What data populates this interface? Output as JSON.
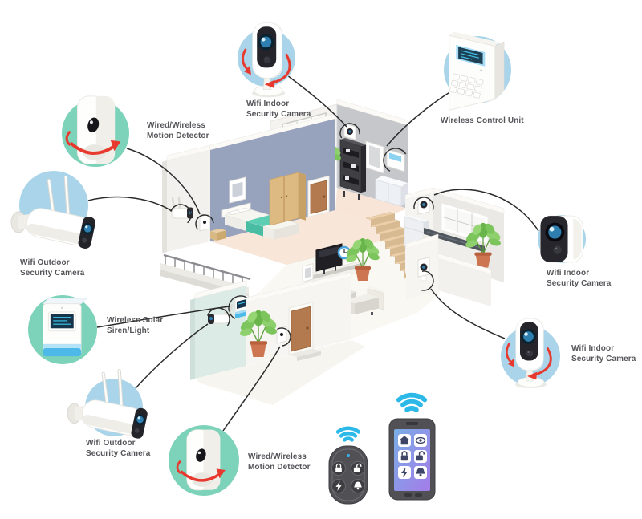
{
  "diagram": {
    "type": "smart-home-security-system",
    "scene": "isometric-house-cutaway"
  },
  "devices": [
    {
      "id": "motion-detector-top-left",
      "label": "Wired/Wireless Motion Detector",
      "icon": "motion-detector-icon",
      "circle_color": "#7dd2ba"
    },
    {
      "id": "indoor-camera-top",
      "label": "Wifi Indoor Security Camera",
      "icon": "indoor-camera-stand-icon",
      "circle_color": "#a9d4e9"
    },
    {
      "id": "control-unit",
      "label": "Wireless Control Unit",
      "icon": "control-unit-icon",
      "circle_color": "#a9d4e9"
    },
    {
      "id": "outdoor-camera-left",
      "label": "Wifi Outdoor Security Camera",
      "icon": "outdoor-camera-icon",
      "circle_color": "#a9d4e9"
    },
    {
      "id": "solar-siren",
      "label": "Wireless Solar Siren/Light",
      "icon": "solar-siren-icon",
      "circle_color": "#7dd2ba"
    },
    {
      "id": "outdoor-camera-bottom-left",
      "label": "Wifi Outdoor Security Camera",
      "icon": "outdoor-camera-icon",
      "circle_color": "#a9d4e9"
    },
    {
      "id": "motion-detector-bottom",
      "label": "Wired/Wireless Motion Detector",
      "icon": "motion-detector-icon",
      "circle_color": "#7dd2ba"
    },
    {
      "id": "indoor-camera-right",
      "label": "Wifi Indoor Security Camera",
      "icon": "indoor-camera-cube-icon",
      "circle_color": "#a9d4e9"
    },
    {
      "id": "indoor-camera-bottom-right",
      "label": "Wifi Indoor Security Camera",
      "icon": "indoor-camera-stand-icon",
      "circle_color": "#a9d4e9"
    }
  ],
  "house": {
    "rooms": [
      "bedroom",
      "hallway",
      "kitchen",
      "living-room",
      "entrance",
      "balcony"
    ],
    "mounted_devices": [
      "indoor-camera",
      "control-unit",
      "outdoor-camera",
      "motion-detector",
      "solar-siren"
    ]
  },
  "controllers": {
    "remote": {
      "name": "keyfob-remote",
      "signal": "wifi-waves-icon",
      "buttons": [
        "lock-closed-icon",
        "lock-open-icon",
        "lightning-icon",
        "bell-icon"
      ]
    },
    "smartphone": {
      "name": "smartphone-app",
      "signal": "wifi-waves-icon",
      "tiles": [
        "home-icon",
        "eye-icon",
        "lock-closed-icon",
        "lock-open-icon",
        "lightning-icon",
        "bell-icon"
      ]
    }
  },
  "colors": {
    "circle_teal": "#7dd2ba",
    "circle_blue": "#a9d4e9",
    "arrow_red": "#e8392f",
    "wifi_cyan": "#2cb9e8",
    "label_text": "#55555a",
    "connector_line": "#2b2b2b",
    "bedroom_wall": "#97a3bd",
    "floor_peach": "#f8e6d8",
    "mint_wall": "#dcebe6",
    "siren_blue": "#4cb9e9",
    "wood_tan": "#ddba82",
    "blanket_teal": "#5bceb3"
  }
}
